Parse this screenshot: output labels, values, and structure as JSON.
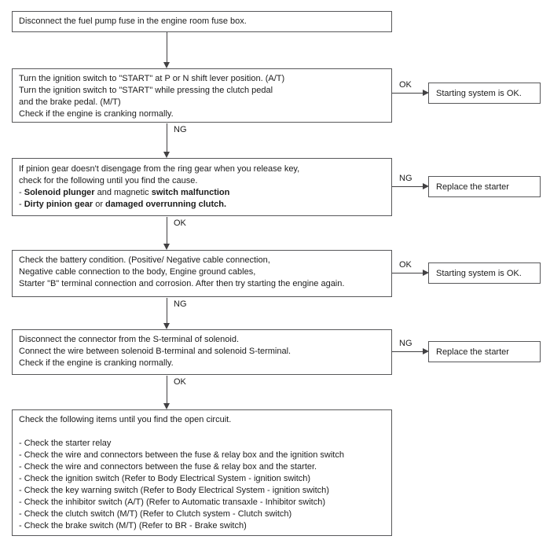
{
  "colors": {
    "background": "#ffffff",
    "box_border": "#58585a",
    "arrow_line": "#414042",
    "text": "#1c1c1c"
  },
  "steps": [
    {
      "lines": [
        "Disconnect the fuel pump fuse in the engine room fuse box."
      ]
    },
    {
      "lines": [
        "Turn the ignition switch to \"START\" at P or N shift lever position. (A/T)",
        "Turn the ignition switch to \"START\" while pressing the clutch pedal",
        "and the brake pedal. (M/T)",
        "Check if the engine is cranking normally."
      ]
    },
    {
      "lines": [
        "If pinion gear doesn't disengage from the ring gear when you release key,",
        "check for the following until you find the cause."
      ],
      "bullet1": {
        "parts": [
          "- ",
          "Solenoid plunger",
          " and magnetic ",
          "switch malfunction"
        ]
      },
      "bullet2": {
        "parts": [
          "- ",
          "Dirty pinion gear",
          " or ",
          "damaged overrunning clutch."
        ]
      }
    },
    {
      "lines": [
        "Check the battery condition. (Positive/ Negative cable connection,",
        "Negative cable connection to the body, Engine ground cables,",
        "Starter \"B\" terminal connection and corrosion. After then try starting the engine again."
      ]
    },
    {
      "lines": [
        "Disconnect the connector from the S-terminal of solenoid.",
        "Connect the wire between solenoid B-terminal and solenoid S-terminal.",
        "Check if the engine is cranking normally."
      ]
    },
    {
      "lines": [
        "Check the following items until you find the open circuit.",
        "",
        "- Check the starter relay",
        "- Check the wire and connectors between the fuse & relay box and the ignition switch",
        "- Check the wire and connectors between the fuse & relay box and the starter.",
        "- Check the ignition switch (Refer to Body Electrical System - ignition switch)",
        "- Check the key warning switch (Refer to Body Electrical System - ignition switch)",
        "- Check the inhibitor switch (A/T) (Refer to Automatic transaxle - Inhibitor switch)",
        "- Check the clutch switch (M/T) (Refer to Clutch system - Clutch switch)",
        "- Check the brake switch (M/T) (Refer to BR - Brake switch)"
      ]
    }
  ],
  "connectors": {
    "down": [
      {
        "label": ""
      },
      {
        "label": "NG"
      },
      {
        "label": "OK"
      },
      {
        "label": "NG"
      },
      {
        "label": "OK"
      }
    ],
    "side": [
      {
        "label": "OK",
        "result": "Starting system is OK."
      },
      {
        "label": "NG",
        "result": "Replace the starter"
      },
      {
        "label": "OK",
        "result": "Starting system is OK."
      },
      {
        "label": "NG",
        "result": "Replace the starter"
      }
    ]
  }
}
